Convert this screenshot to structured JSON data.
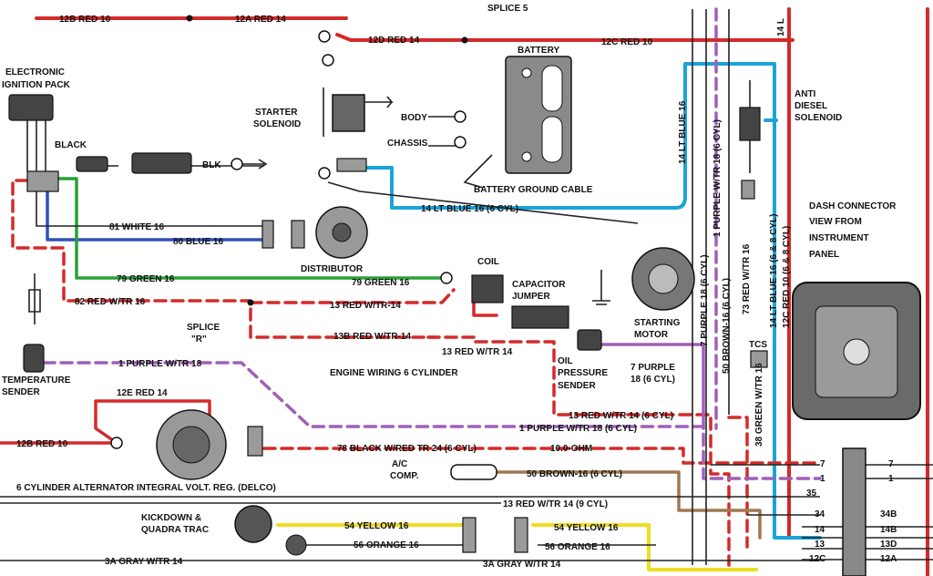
{
  "diagram": {
    "title": "ENGINE WIRING 6 CYLINDER",
    "components": {
      "battery": "BATTERY",
      "electronic_ignition_pack": [
        "ELECTRONIC",
        "IGNITION PACK"
      ],
      "starter_solenoid": [
        "STARTER",
        "SOLENOID"
      ],
      "body": "BODY",
      "chassis": "CHASSIS",
      "battery_ground_cable": "BATTERY GROUND CABLE",
      "anti_diesel_solenoid": [
        "ANTI",
        "DIESEL",
        "SOLENOID"
      ],
      "dash_connector": [
        "DASH CONNECTOR",
        "VIEW FROM",
        "INSTRUMENT",
        "PANEL"
      ],
      "distributor": "DISTRIBUTOR",
      "coil": "COIL",
      "capacitor_jumper": [
        "CAPACITOR",
        "JUMPER"
      ],
      "starting_motor": [
        "STARTING",
        "MOTOR"
      ],
      "splice_r": [
        "SPLICE",
        "\"R\""
      ],
      "temperature_sender": [
        "TEMPERATURE",
        "SENDER"
      ],
      "oil_pressure_sender": [
        "OIL",
        "PRESSURE",
        "SENDER"
      ],
      "tcs": "TCS",
      "alternator": "6 CYLINDER ALTERNATOR INTEGRAL VOLT. REG. (DELCO)",
      "ac_comp": [
        "A/C",
        "COMP."
      ],
      "kickdown": [
        "KICKDOWN &",
        "QUADRA TRAC"
      ],
      "blk": "BLK",
      "black": "BLACK"
    },
    "wires": {
      "w12b_top": "12B RED 10",
      "w12a": "12A RED 14",
      "splice_top": "SPLICE 5",
      "w12d": "12D RED 14",
      "w12c": "12C RED 10",
      "w14l_top": "14 L",
      "w14_lt_blue_vert": "14 LT BLUE 16",
      "w14_lt_blue_6cyl": "14 LT BLUE 16 (6 CYL)",
      "w1_purple_vert": "1 PURPLE W/TR 18 (6 CYL)",
      "w14_lt_blue_68": "14 LT BLUE 16 (6 & 8 CYL)",
      "w12c_68": "12C RED 10 (6 & 8 CYL)",
      "w81": "81 WHITE 16",
      "w80": "80 BLUE 16",
      "w79": "79 GREEN 16",
      "w79_6cyl": "79 GREEN 16",
      "w82": "82 RED W/TR 16",
      "w13_red": "13 RED W/TR-14",
      "w13b": "13B RED W/TR-14",
      "w13_red_14": "13 RED W/TR 14",
      "w7_purple": [
        "7 PURPLE",
        "18 (6 CYL)"
      ],
      "w7_purple_vert": "7 PURPLE 18 (6 CYL)",
      "w50_brown_vert": "50 BROWN-16 (6 CYL)",
      "w73": "73 RED W/TR 16",
      "w38": "38 GREEN W/TR 16",
      "w1_purple_temp": "1 PURPLE W/TR 18",
      "w13_red_6cyl": "13 RED W/TR 14 (6 CYL)",
      "w1_purple_6cyl": "1 PURPLE W/TR 18 (6 CYL)",
      "w12e": "12E RED 14",
      "w12b_alt": "12B RED 10",
      "w78": "78 BLACK W/RED TR 24 (6 CYL)",
      "w10_ohm": "10.0-OHM",
      "w50_brown": "50 BROWN-16 (6 CYL)",
      "w13_red_9cyl": "13 RED W/TR 14 (9 CYL)",
      "w54_yellow_a": "54 YELLOW 16",
      "w56_orange_a": "56 ORANGE 16",
      "w54_yellow_b": "54 YELLOW 16",
      "w56_orange_b": "56 ORANGE 16",
      "w3a_gray_a": "3A GRAY W/TR 14",
      "w3a_gray_b": "3A GRAY W/TR 14"
    },
    "dash_pins": {
      "p7a": "7",
      "p7b": "7",
      "p1a": "1",
      "p1b": "1",
      "p35": "35",
      "p34": "34",
      "p34b": "34B",
      "p14": "14",
      "p14b": "14B",
      "p13": "13",
      "p13d": "13D",
      "p12c": "12C",
      "p12a": "12A"
    },
    "colors": {
      "red": "#d42a2a",
      "blue": "#1aa4d8",
      "dark_blue": "#3050b8",
      "green": "#2aa038",
      "purple": "#a060b8",
      "brown": "#a07850",
      "yellow": "#f0dc20",
      "black": "#222222"
    }
  }
}
